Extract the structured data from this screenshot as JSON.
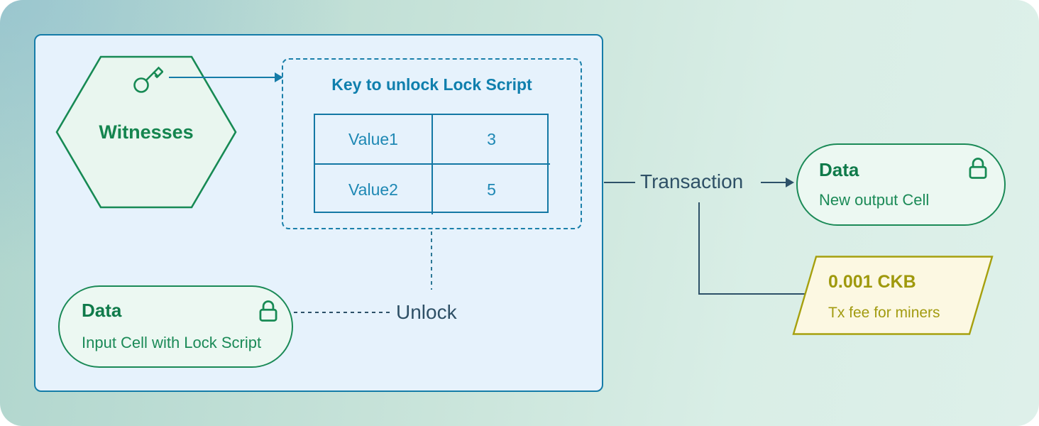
{
  "diagram": {
    "witnesses": {
      "label": "Witnesses"
    },
    "key_box": {
      "title": "Key to unlock Lock Script",
      "rows": [
        {
          "label": "Value1",
          "value": "3"
        },
        {
          "label": "Value2",
          "value": "5"
        }
      ]
    },
    "unlock": {
      "label": "Unlock"
    },
    "input_cell": {
      "title": "Data",
      "subtitle": "Input Cell with Lock Script"
    },
    "transaction": {
      "label": "Transaction"
    },
    "output_cell": {
      "title": "Data",
      "subtitle": "New output Cell"
    },
    "fee": {
      "amount": "0.001 CKB",
      "subtitle": "Tx fee for miners"
    },
    "icons": {
      "witness_key": "key-icon",
      "input_cell_lock": "lock-icon",
      "output_cell_lock": "lock-icon"
    },
    "colors": {
      "blue_accent": "#157ca8",
      "green_accent": "#1b8a57",
      "slate_text": "#2e5066",
      "olive_accent": "#a29b10",
      "box_fill": "#e6f2fc",
      "fee_fill": "#fcf8e2"
    }
  }
}
